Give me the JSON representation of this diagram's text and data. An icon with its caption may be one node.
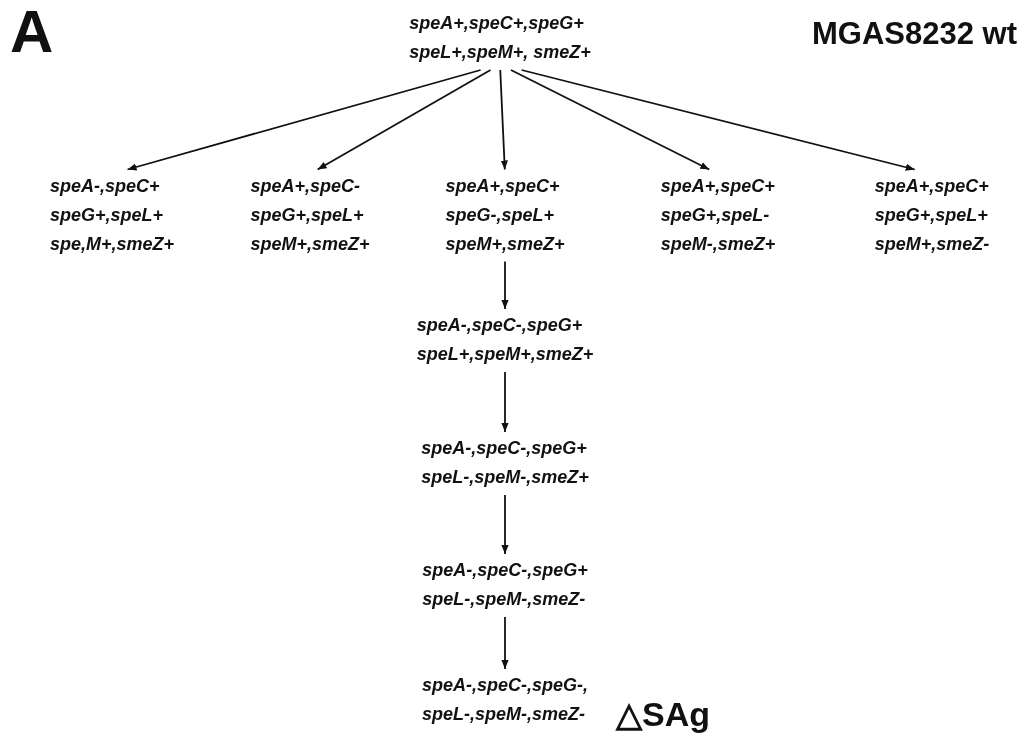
{
  "diagram": {
    "nodes": [
      {
        "text": [
          "speA+,speC+,speG+ speL+,speM+, smeZ+"
        ]
      },
      {
        "text": [
          "speA-,speC+ speG+,speL+ spe,M+,smeZ+"
        ]
      },
      {
        "text": [
          "speA+,speC- speG+,speL+ speM+,smeZ+"
        ]
      },
      {
        "text": [
          "speA+,speC+ speG-,speL+ speM+,smeZ+"
        ]
      },
      {
        "text": [
          "speA+,speC+ speG+,speL- speM-,smeZ+"
        ]
      },
      {
        "text": [
          "speA+,speC+ speG+,speL+ speM+,smeZ-"
        ]
      },
      {
        "text": [
          "speA-,speC-,speG+ speL+,speM+,smeZ+"
        ]
      },
      {
        "text": [
          "speA-,speC-,speG+ speL-,speM-,smeZ+"
        ]
      },
      {
        "text": [
          "speA-,speC-,speG+ speL-,speM-,smeZ-"
        ]
      },
      {
        "text": [
          "speA-,speC-,speG-, speL-,speM-,smeZ-"
        ],
        "beside": [
          "△SAg"
        ]
      }
    ],
    "edges": [
      {
        "from": 0,
        "to": 1,
        "arrow": "to"
      },
      {
        "from": 0,
        "to": 2,
        "arrow": "to"
      },
      {
        "from": 0,
        "to": 3,
        "arrow": "to"
      },
      {
        "from": 0,
        "to": 4,
        "arrow": "to"
      },
      {
        "from": 0,
        "to": 5,
        "arrow": "to"
      },
      {
        "from": 3,
        "to": 6,
        "arrow": "to"
      },
      {
        "from": 6,
        "to": 7,
        "arrow": "to"
      },
      {
        "from": 7,
        "to": 8,
        "arrow": "to"
      },
      {
        "from": 8,
        "to": 9,
        "arrow": "to"
      }
    ],
    "labels": [
      "A",
      "MGAS8232 wt"
    ]
  }
}
